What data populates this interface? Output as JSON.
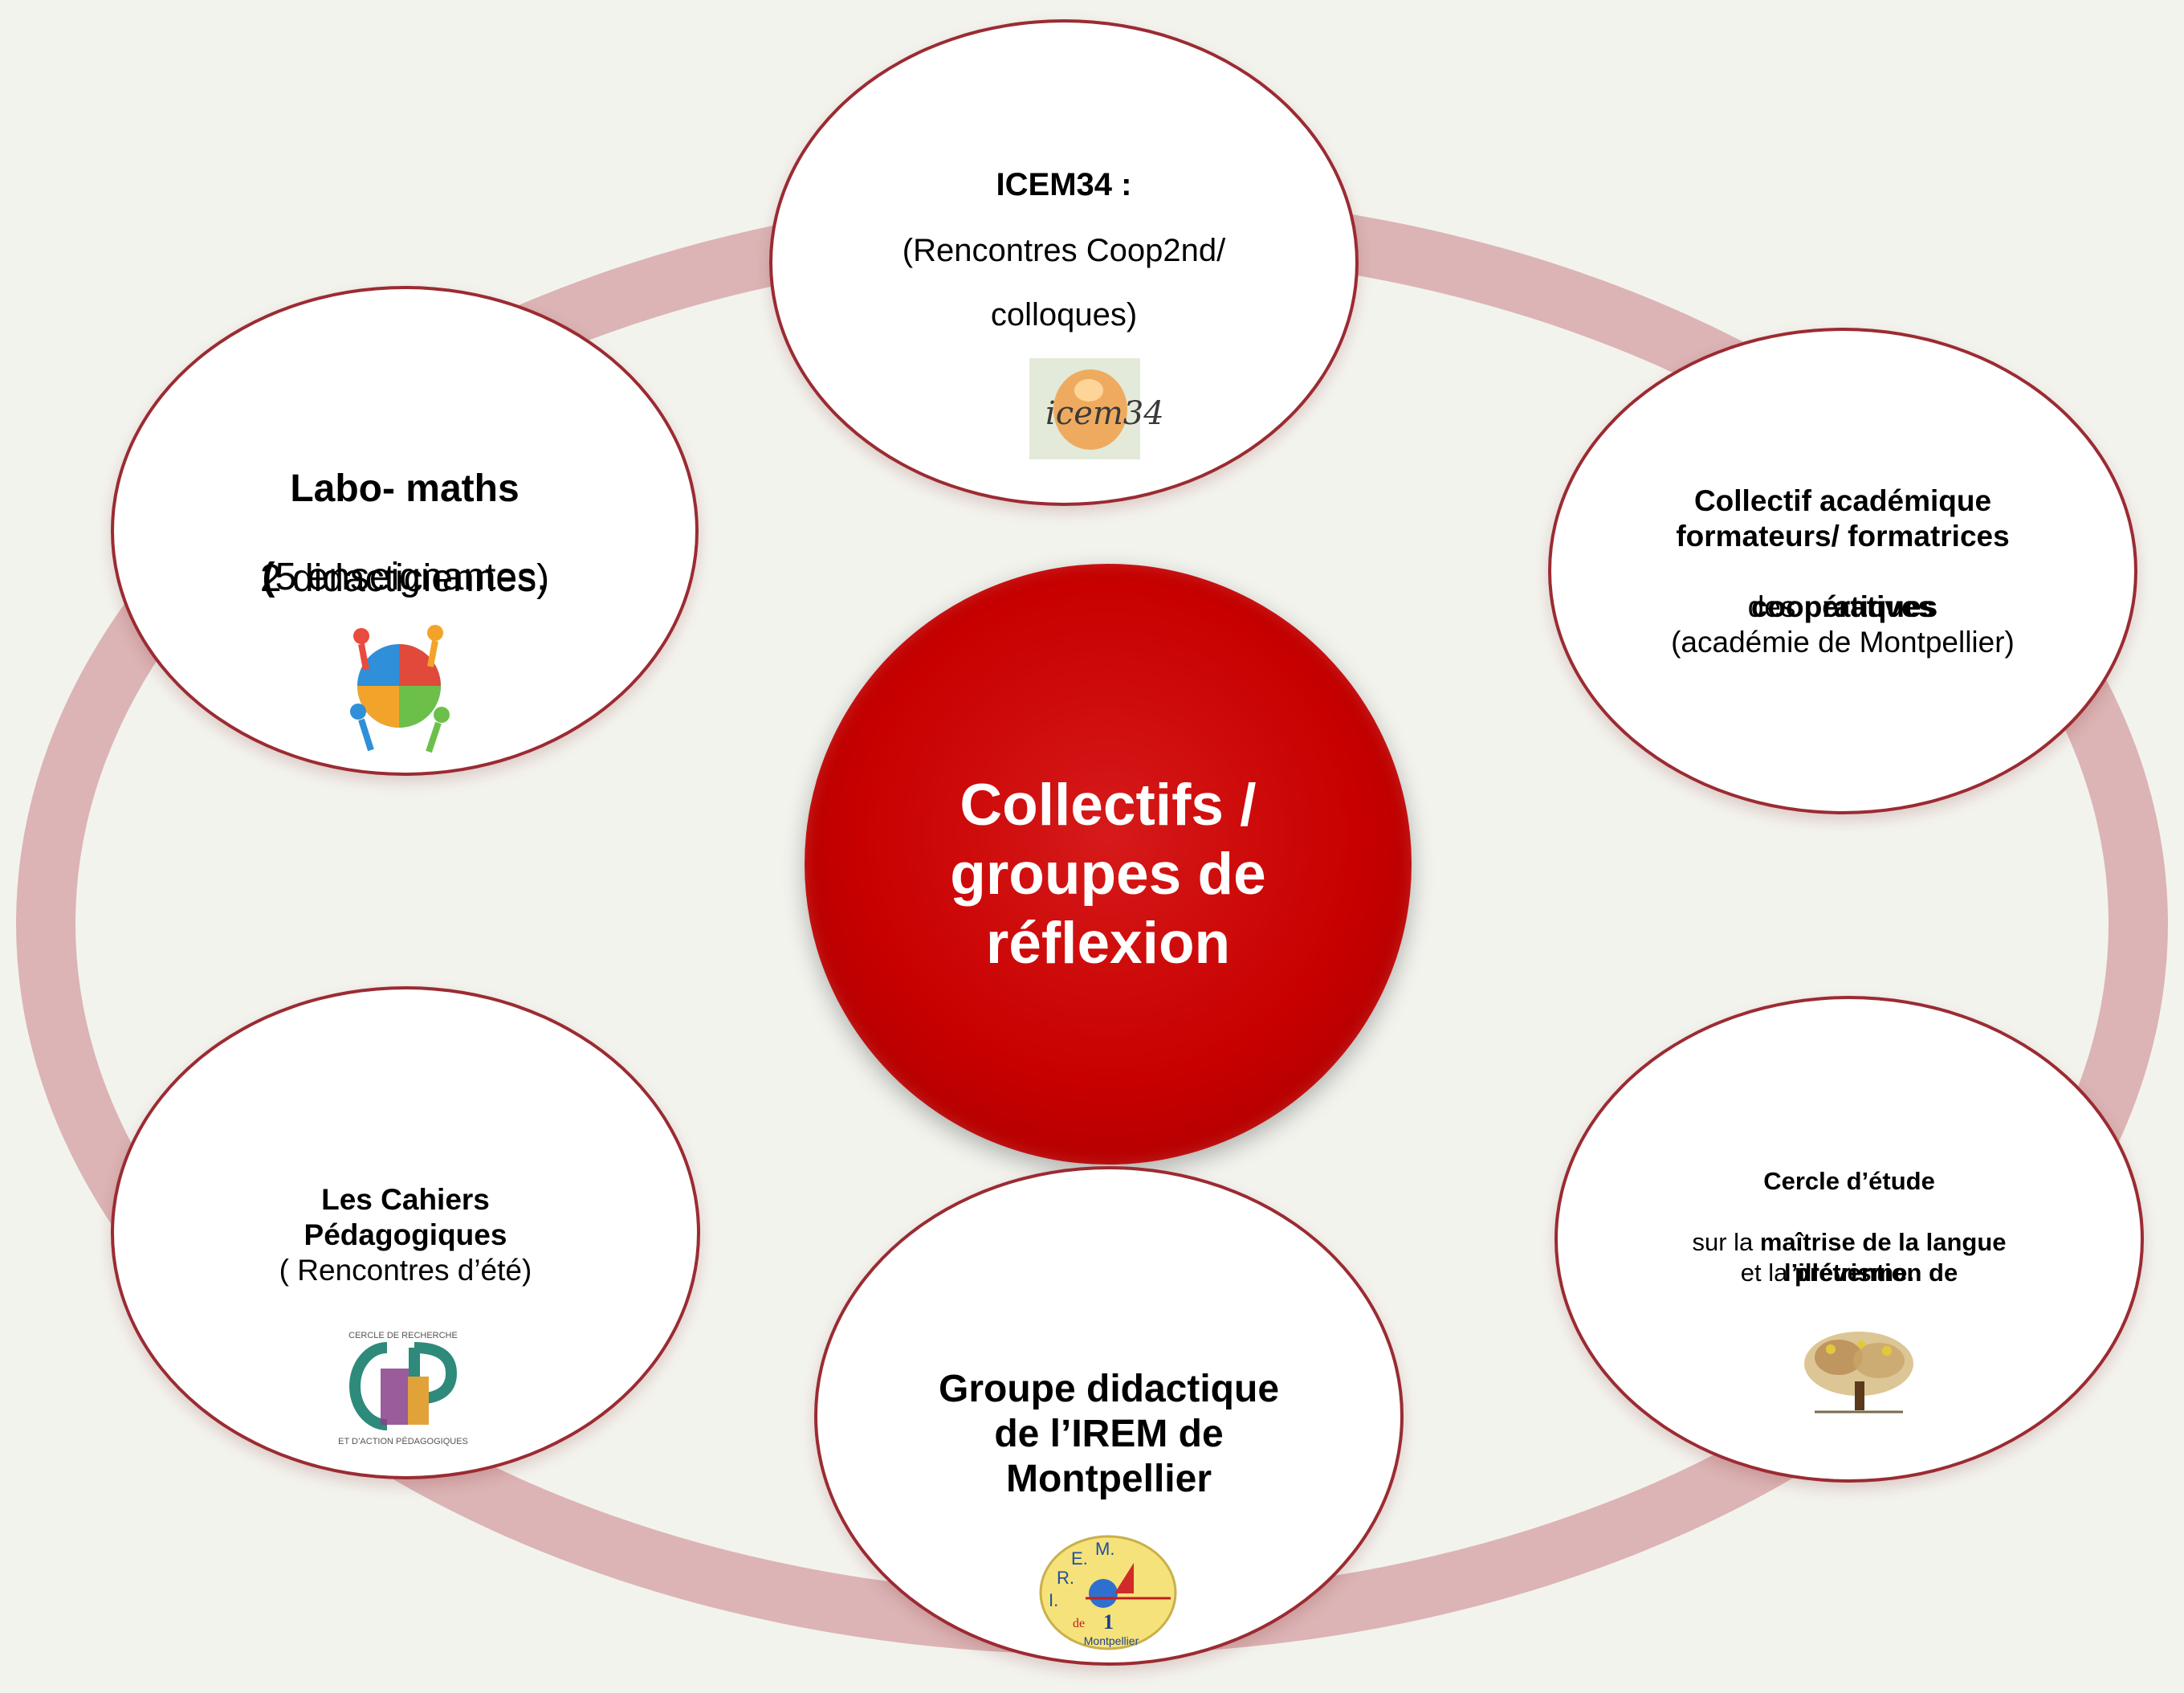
{
  "diagram": {
    "center": {
      "title": "Collectifs /\ngroupes de\nréflexion"
    },
    "nodes": {
      "icem": {
        "title": "ICEM34 :",
        "line1": "(Rencontres Coop2nd/",
        "line2": "colloques)",
        "logo_text": "icem34"
      },
      "labo": {
        "title": "Labo- maths",
        "paren_open": "(",
        "line1": "5 enseignantes,",
        "line2": "2 didacticiennes)"
      },
      "collectif": {
        "line1": "Collectif académique",
        "line2": "formateurs/ formatrices",
        "line3_plain": "des ",
        "line3_bold": "pratiques",
        "line4": "coopératives",
        "line5": "(académie de Montpellier)"
      },
      "cahiers": {
        "line1": "Les Cahiers",
        "line2": "Pédagogiques",
        "line3": "( Rencontres d’été)",
        "logo_top": "CERCLE DE RECHERCHE",
        "logo_bottom": "ET D’ACTION PÉDAGOGIQUES"
      },
      "irem": {
        "line1": "Groupe  didactique",
        "line2": "de l’IREM de",
        "line3": "Montpellier",
        "logo_letters": [
          "I.",
          "R.",
          "E.",
          "M."
        ],
        "logo_de": "de",
        "logo_num": "1",
        "logo_city": "Montpellier"
      },
      "cercle": {
        "line1": "Cercle d’étude",
        "line2_plain": "sur la ",
        "line2_bold": "maîtrise de la langue",
        "line3_plain": "et la ",
        "line3_bold": "prévention de",
        "line4": "l’illétrisme."
      }
    },
    "colors": {
      "ring": "#dcb4b5",
      "node_border": "#9b2b32",
      "center_fill": "#c80000",
      "background": "#f3f3ee"
    }
  }
}
